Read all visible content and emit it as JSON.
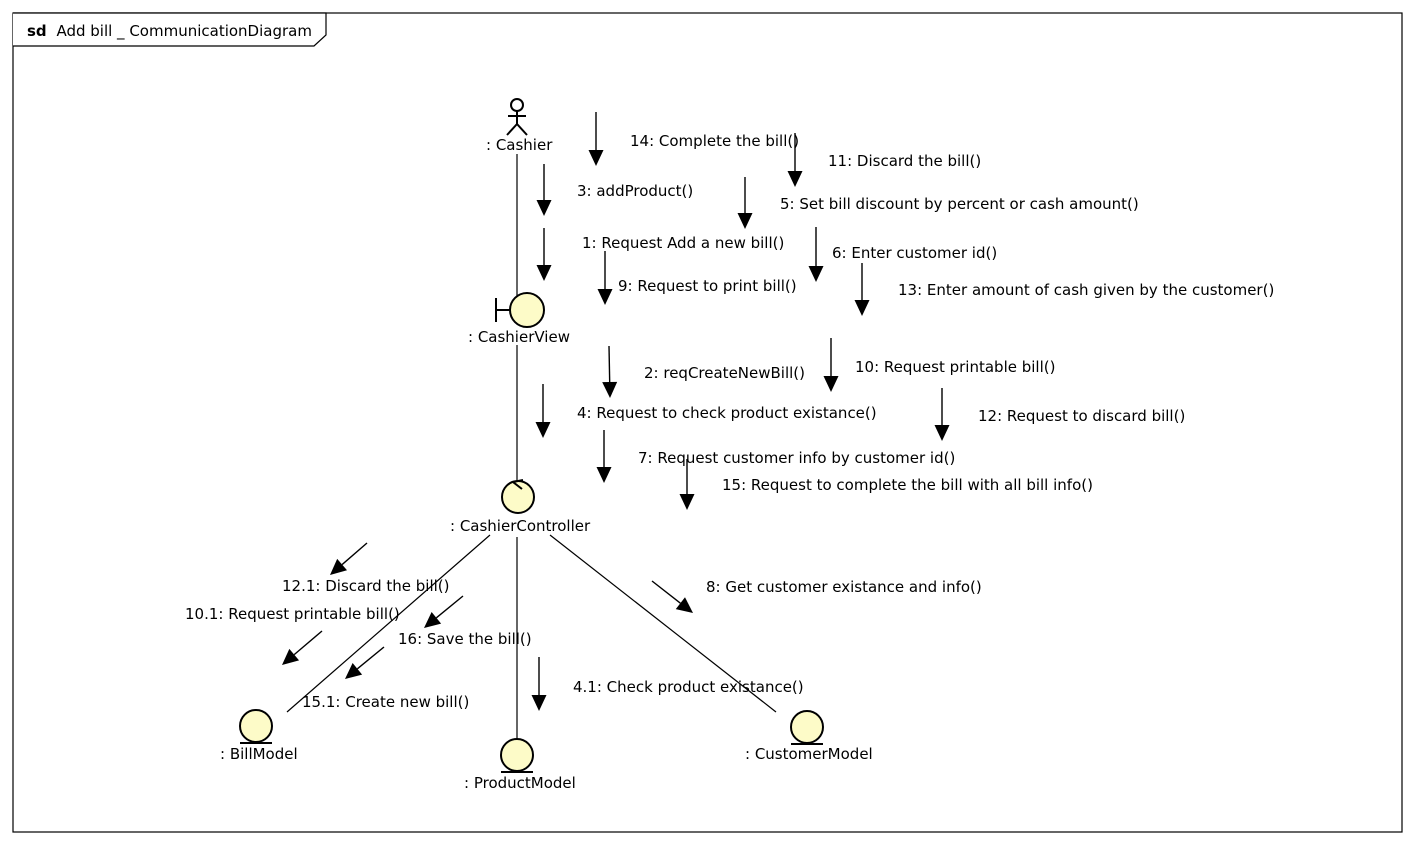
{
  "frame": {
    "keyword": "sd",
    "name": "Add bill _ CommunicationDiagram"
  },
  "objects": {
    "cashier": ": Cashier",
    "cashier_view": ": CashierView",
    "cashier_controller": ": CashierController",
    "bill_model": ": BillModel",
    "product_model": ": ProductModel",
    "customer_model": ": CustomerModel"
  },
  "messages": {
    "m14": "14: Complete the bill()",
    "m11": "11: Discard the bill()",
    "m3": "3: addProduct()",
    "m5": "5: Set bill discount by percent or cash amount()",
    "m1": "1: Request Add a new bill()",
    "m6": "6: Enter customer id()",
    "m9": "9: Request to print bill()",
    "m13": "13: Enter amount of cash given by the customer()",
    "m2": "2: reqCreateNewBill()",
    "m10": "10: Request printable bill()",
    "m4": "4: Request to check product existance()",
    "m12": "12: Request to discard bill()",
    "m7": "7: Request customer info by customer id()",
    "m15": "15: Request to complete the bill with all bill info()",
    "m8": "8: Get customer existance and info()",
    "m12_1": "12.1: Discard the bill()",
    "m10_1": "10.1: Request printable bill()",
    "m16": "16: Save the bill()",
    "m15_1": "15.1: Create new bill()",
    "m4_1": "4.1: Check product existance()"
  }
}
